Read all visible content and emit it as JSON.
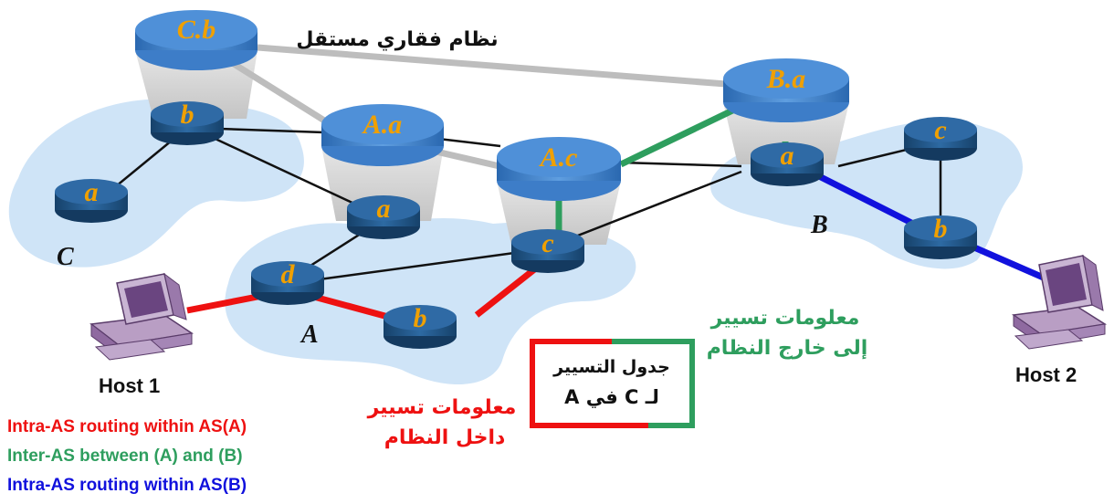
{
  "routers": {
    "Cb": "C.b",
    "Ca": "a",
    "Cbb": "b",
    "Aa": "A.a",
    "Ac": "A.c",
    "Ad": "d",
    "Aaa": "a",
    "Acc": "c",
    "Ab": "b",
    "Ba": "B.a",
    "Baa": "a",
    "Bc": "c",
    "Bb": "b"
  },
  "as_labels": {
    "C": "C",
    "A": "A",
    "B": "B"
  },
  "hosts": {
    "host1": "Host 1",
    "host2": "Host 2"
  },
  "captions": {
    "backbone": "نظام فقاري مستقل",
    "outside_line1": "معلومات تسيير",
    "outside_line2": "إلى خارج النظام",
    "inside_line1": "معلومات تسيير",
    "inside_line2": "داخل النظام",
    "table_line1": "جدول التسيير",
    "table_line2": "لـ C في  A"
  },
  "legend": {
    "intra_a": "Intra-AS routing within  AS(A)",
    "inter": "Inter-AS between (A) and (B)",
    "intra_b": "Intra-AS routing within  AS(B)"
  },
  "colors": {
    "intra_a": "#ee1111",
    "inter": "#2e9e5e",
    "intra_b": "#1111dd",
    "router_label": "#f0a000",
    "router_body": "#1f4e79",
    "region": "#cfe4f7"
  }
}
